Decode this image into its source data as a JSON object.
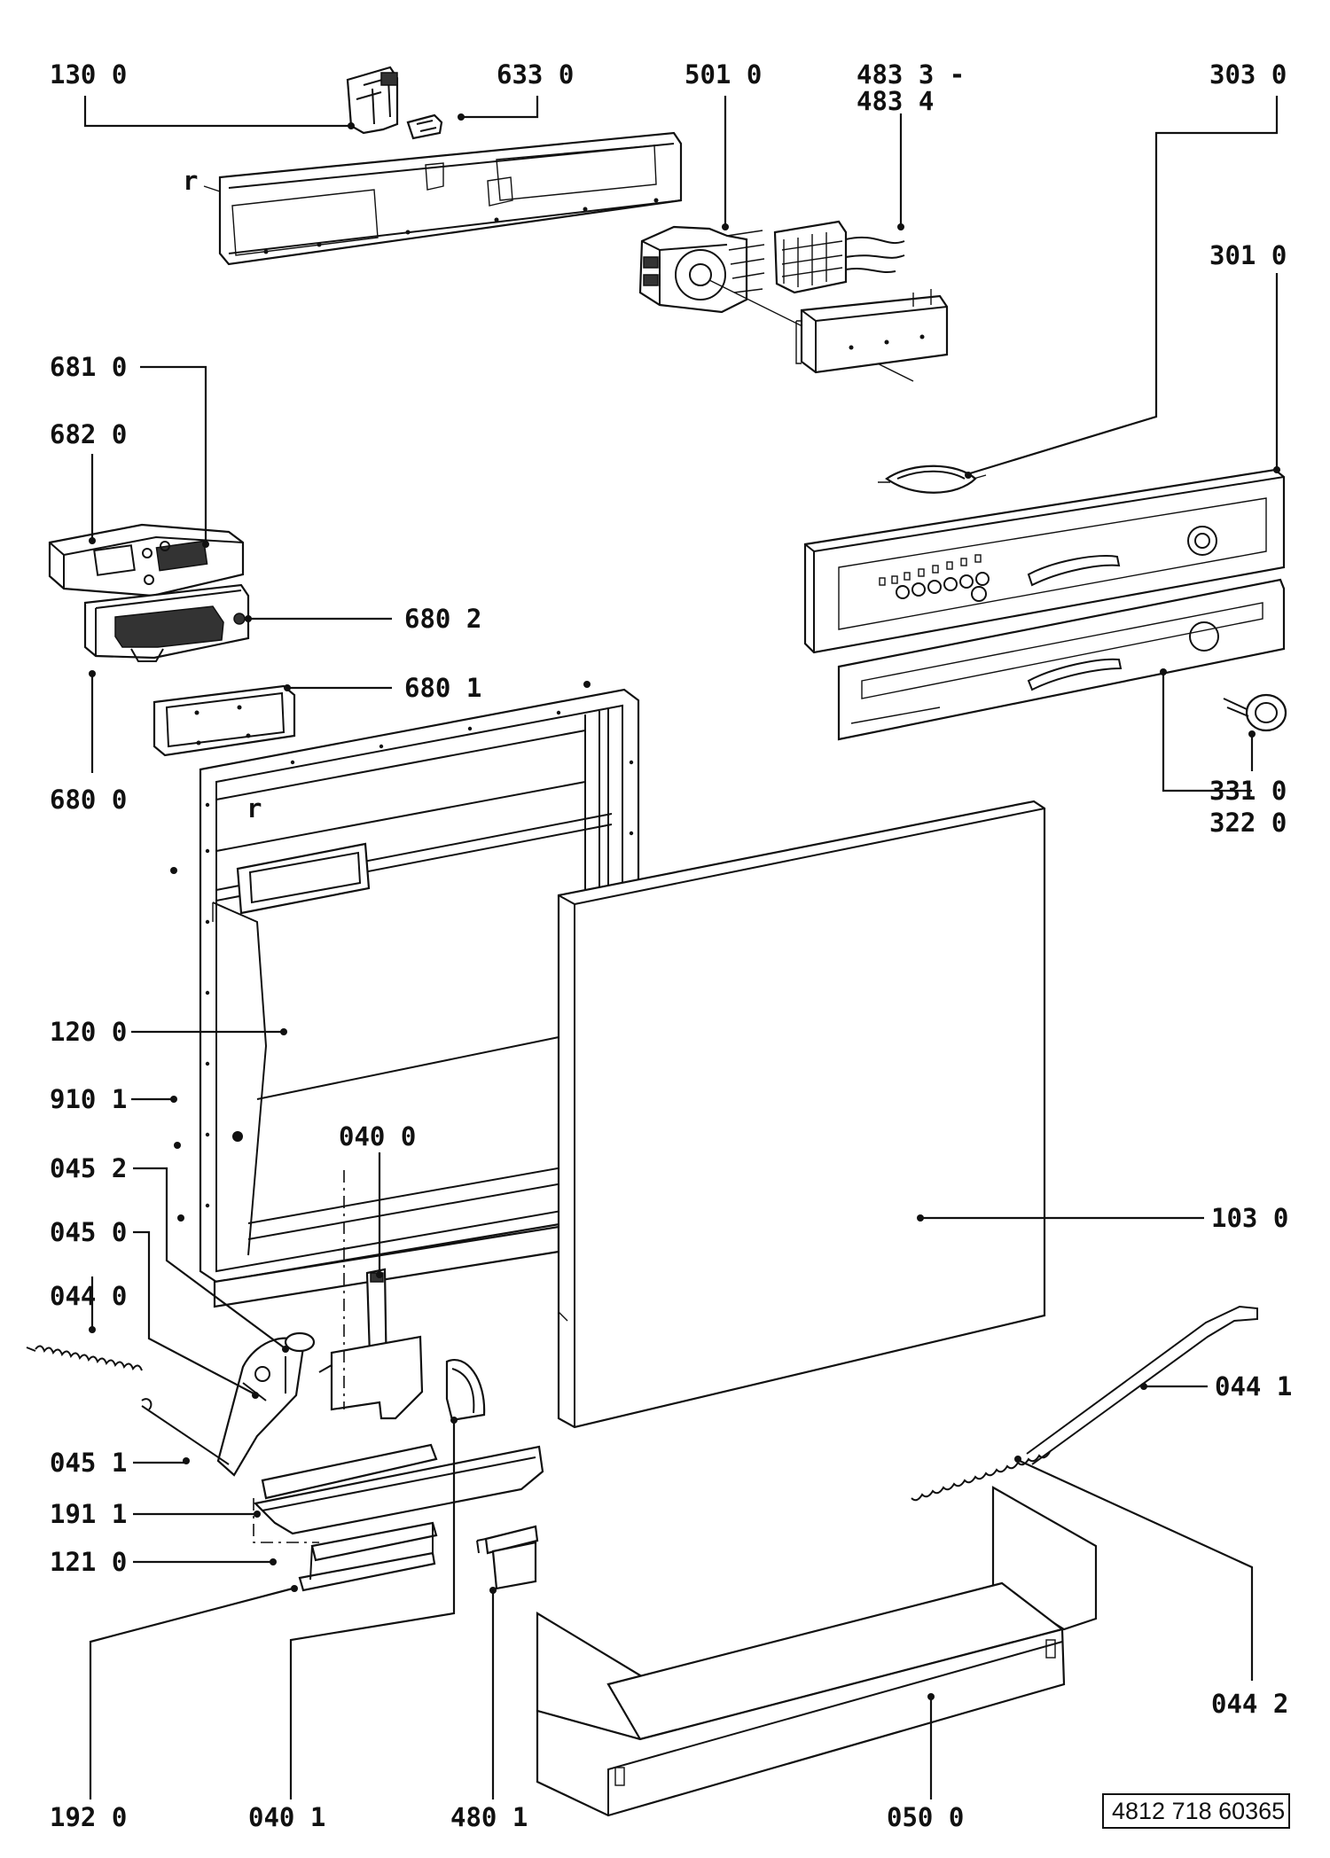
{
  "labels": {
    "l1300": "130 0",
    "l6330": "633 0",
    "l5010": "501 0",
    "l4833": "483 3 -",
    "l4834": "483 4",
    "l3030": "303 0",
    "l3010": "301 0",
    "l6810": "681 0",
    "l6820": "682 0",
    "l6802": "680 2",
    "l6801": "680 1",
    "l6800": "680 0",
    "l3310": "331 0",
    "l3220": "322 0",
    "l1200": "120 0",
    "l9101": "910 1",
    "l0400": "040 0",
    "l0452": "045 2",
    "l0450": "045 0",
    "l1030": "103 0",
    "l0440": "044 0",
    "l0441": "044 1",
    "l0451": "045 1",
    "l1911": "191 1",
    "l1210": "121 0",
    "l0442": "044 2",
    "l1920": "192 0",
    "l0401": "040 1",
    "l4801": "480 1",
    "l0500": "050 0"
  },
  "frame_marks": {
    "r_top": "r",
    "r_mid": "r"
  },
  "document_number": "4812 718 60365"
}
